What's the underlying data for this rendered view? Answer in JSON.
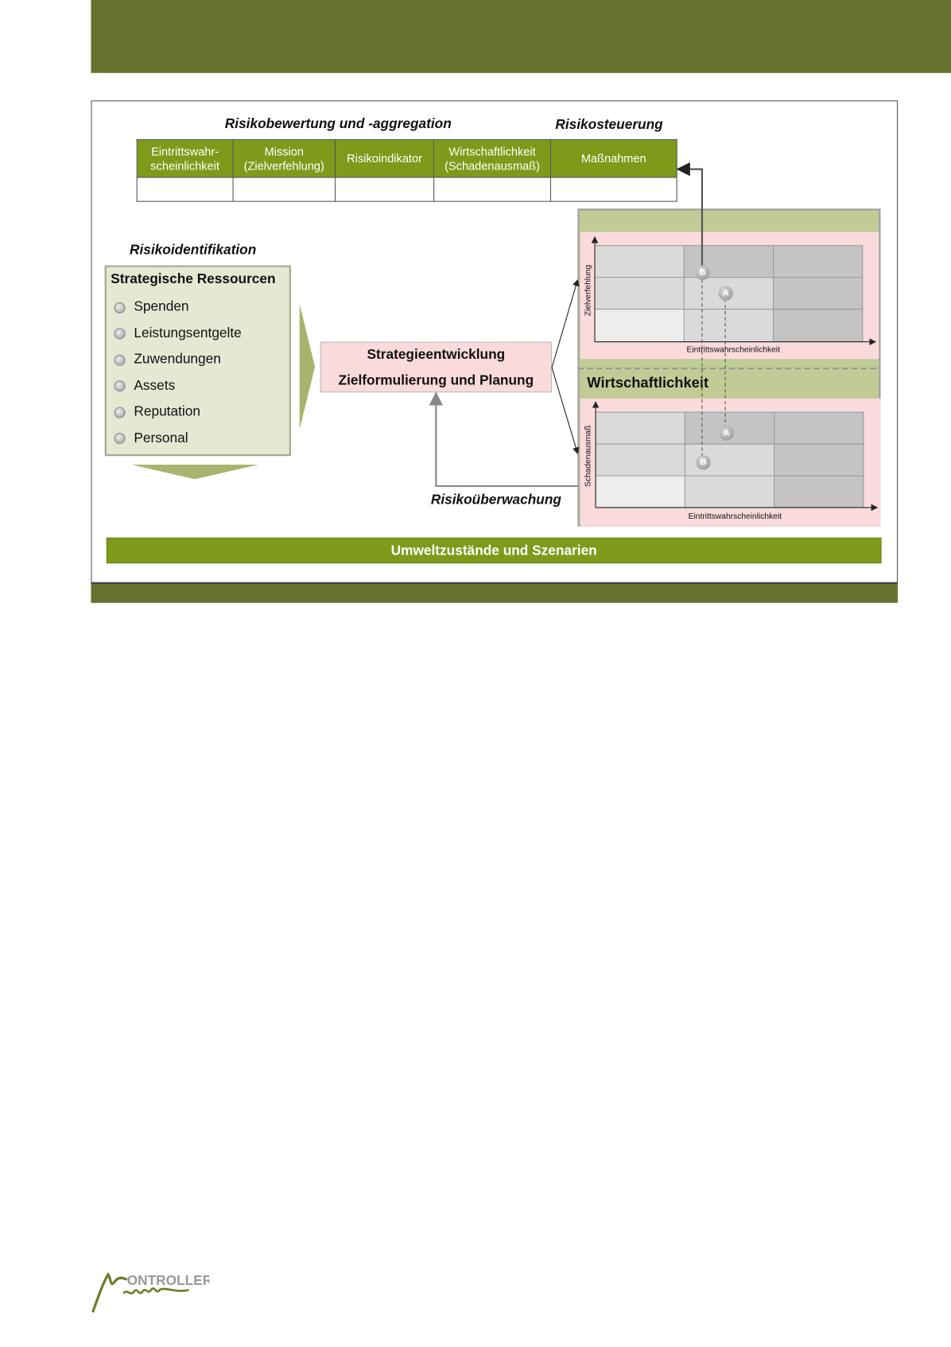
{
  "headings": {
    "aggregation": "Risikobewertung und -aggregation",
    "steering": "Risikosteuerung",
    "identification": "Risikoidentifikation",
    "monitoring": "Risikoüberwachung"
  },
  "table": {
    "headers": [
      "Eintrittswahr-\nscheinlichkeit",
      "Mission\n(Zielverfehlung)",
      "Risikoindikator",
      "Wirtschaftlichkeit\n(Schadenausmaß)",
      "Maßnahmen"
    ]
  },
  "resources": {
    "title": "Strategische Ressourcen",
    "items": [
      "Spenden",
      "Leistungsentgelte",
      "Zuwendungen",
      "Assets",
      "Reputation",
      "Personal"
    ]
  },
  "strategy": {
    "line1": "Strategieentwicklung",
    "line2": "Zielformulierung und Planung"
  },
  "matrix_top": {
    "y_label": "Zielverfehlung",
    "x_label": "Eintrittswahrscheinlichkeit",
    "points": [
      "B",
      "A"
    ]
  },
  "matrix_bottom": {
    "section": "Wirtschaftlichkeit",
    "y_label": "Schadenausmaß",
    "x_label": "Eintrittswahrscheinlichkeit",
    "points": [
      "A",
      "B"
    ]
  },
  "band": "Umweltzustände und Szenarien",
  "logo": "CONTROLLER Magazin",
  "colors": {
    "dark_olive": "#67722f",
    "green": "#7f9a1a",
    "light_green": "#c1cb95",
    "pink": "#fadadb"
  }
}
